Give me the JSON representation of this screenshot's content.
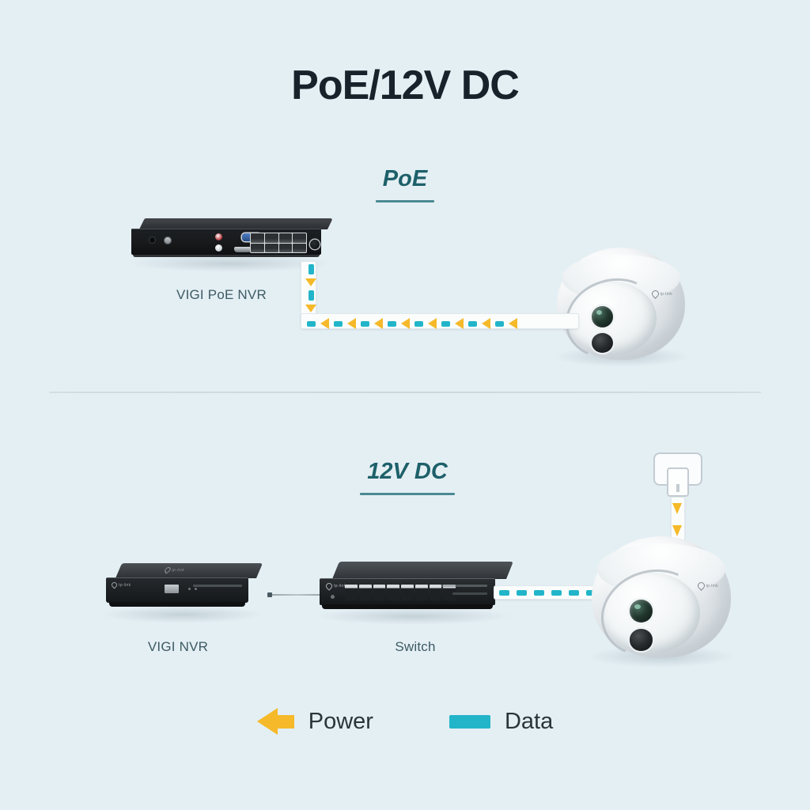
{
  "page": {
    "title": "PoE/12V DC",
    "background_color": "#e4eff4"
  },
  "sections": [
    {
      "heading": "PoE",
      "devices": [
        {
          "name": "VIGI PoE NVR",
          "label": "VIGI PoE NVR",
          "type": "nvr-rear",
          "brand": "tp-link"
        },
        {
          "name": "camera",
          "label": "",
          "type": "turret-camera",
          "brand": "tp-link"
        }
      ],
      "connections": [
        {
          "from": "VIGI PoE NVR",
          "to": "camera",
          "carries": [
            "Data",
            "Power"
          ],
          "style": "poe-single-cable"
        }
      ]
    },
    {
      "heading": "12V DC",
      "devices": [
        {
          "name": "VIGI NVR",
          "label": "VIGI NVR",
          "type": "nvr-front",
          "brand": "tp-link"
        },
        {
          "name": "Switch",
          "label": "Switch",
          "type": "switch-8port",
          "brand": "tp-link"
        },
        {
          "name": "camera",
          "label": "",
          "type": "turret-camera",
          "brand": "tp-link"
        },
        {
          "name": "power-adapter",
          "label": "",
          "type": "power-adapter"
        }
      ],
      "connections": [
        {
          "from": "VIGI NVR",
          "to": "Switch",
          "carries": [
            "Link"
          ],
          "style": "plain-line"
        },
        {
          "from": "Switch",
          "to": "camera",
          "carries": [
            "Data"
          ],
          "style": "data-only"
        },
        {
          "from": "power-adapter",
          "to": "camera",
          "carries": [
            "Power"
          ],
          "style": "power-only"
        }
      ]
    }
  ],
  "legend": {
    "items": [
      {
        "icon": "left-arrow-icon",
        "label": "Power",
        "color": "#f5b92a"
      },
      {
        "icon": "bar-icon",
        "label": "Data",
        "color": "#22b5c9"
      }
    ]
  },
  "brand": {
    "logo_text": "tp-link"
  },
  "colors": {
    "power": "#f5b92a",
    "data": "#22b5c9",
    "heading_teal": "#1d6069",
    "title_dark": "#18222b",
    "label_gray": "#3d5a63",
    "cable_white": "#fbfdfd"
  },
  "chart_data": {
    "type": "diagram",
    "title": "PoE/12V DC",
    "nodes": [
      {
        "id": "poe-nvr",
        "label": "VIGI PoE NVR",
        "group": "PoE"
      },
      {
        "id": "poe-cam",
        "label": "Camera",
        "group": "PoE"
      },
      {
        "id": "vigi-nvr",
        "label": "VIGI NVR",
        "group": "12V DC"
      },
      {
        "id": "switch",
        "label": "Switch",
        "group": "12V DC"
      },
      {
        "id": "dc-cam",
        "label": "Camera",
        "group": "12V DC"
      },
      {
        "id": "adapter",
        "label": "Power Adapter",
        "group": "12V DC"
      }
    ],
    "edges": [
      {
        "from": "poe-nvr",
        "to": "poe-cam",
        "type": "Power+Data"
      },
      {
        "from": "vigi-nvr",
        "to": "switch",
        "type": "Link"
      },
      {
        "from": "switch",
        "to": "dc-cam",
        "type": "Data"
      },
      {
        "from": "adapter",
        "to": "dc-cam",
        "type": "Power"
      }
    ],
    "legend": [
      "Power",
      "Data"
    ]
  }
}
